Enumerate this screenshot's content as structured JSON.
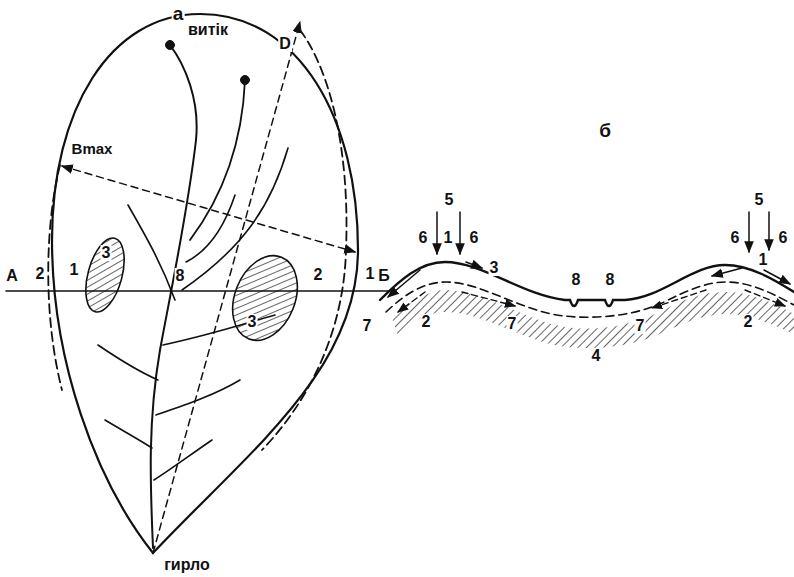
{
  "diagram": {
    "labels": [
      "а",
      "витік",
      "D",
      "Bmax",
      "А",
      "2",
      "1",
      "3",
      "8",
      "3",
      "2",
      "1",
      "Б",
      "гирло",
      "б",
      "5",
      "6",
      "1",
      "6",
      "3",
      "7",
      "2",
      "7",
      "8",
      "8",
      "7",
      "2",
      "4",
      "5",
      "6",
      "6",
      "1"
    ]
  }
}
